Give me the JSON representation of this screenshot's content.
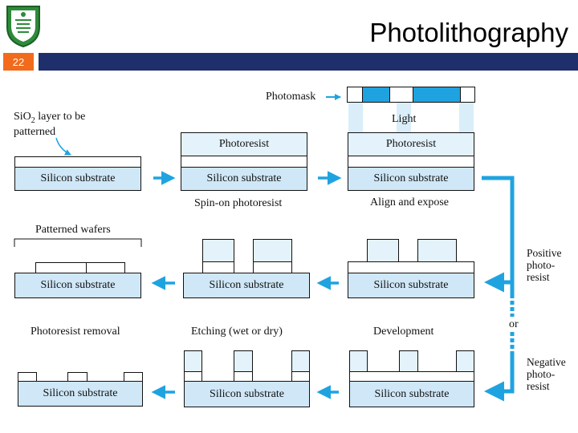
{
  "slide": {
    "title": "Photolithography",
    "page_number": "22"
  },
  "diagram": {
    "photomask_label": "Photomask",
    "light_label": "Light",
    "sio2_label_line1": "SiO",
    "sio2_subscript": "2",
    "sio2_label_line1_rest": " layer to be",
    "sio2_label_line2": "patterned",
    "photoresist_label": "Photoresist",
    "substrate_label": "Silicon substrate",
    "step_spin_on": "Spin-on photoresist",
    "step_align_expose": "Align and expose",
    "step_patterned_wafers": "Patterned wafers",
    "step_photoresist_removal": "Photoresist removal",
    "step_etching": "Etching (wet or dry)",
    "step_development": "Development",
    "positive_label": [
      "Positive",
      "photo-",
      "resist"
    ],
    "or_label": "or",
    "negative_label": [
      "Negative",
      "photo-",
      "resist"
    ]
  },
  "colors": {
    "header_bar": "#1f2f6b",
    "page_badge": "#f26a1b",
    "substrate": "#cfe7f7",
    "photoresist": "#e3f2fb",
    "mask": "#1fa3e0",
    "arrow": "#1fa3e0"
  }
}
